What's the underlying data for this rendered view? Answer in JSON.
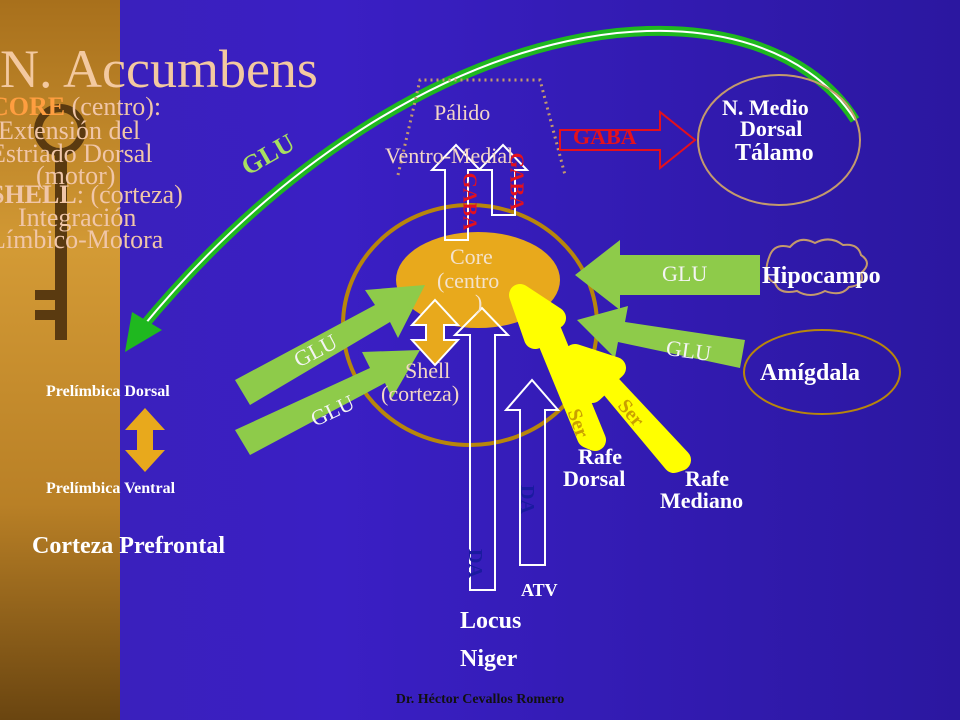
{
  "title": "N. Accumbens",
  "left_text": {
    "core_label": "CORE",
    "core_rest": " (centro):",
    "core_desc_1": "Extensión del",
    "core_desc_2": "Estriado Dorsal",
    "core_desc_3": "(motor)",
    "shell_label": "SHELL",
    "shell_rest": ": (corteza)",
    "shell_desc_1": "Integración",
    "shell_desc_2": "Límbico-Motora"
  },
  "nodes": {
    "palido_1": "Pálido",
    "palido_2": "Ventro-Medial",
    "nmd_1": "N. Medio",
    "nmd_2": "Dorsal",
    "nmd_3": "Tálamo",
    "core_1": "Core",
    "core_2": "(centro",
    "core_3": ")",
    "shell_1": "Shell",
    "shell_2": "(corteza)",
    "hipocampo": "Hipocampo",
    "amigdala": "Amígdala",
    "prelimbica_dorsal": "Prelímbica Dorsal",
    "prelimbica_ventral": "Prelímbica Ventral",
    "corteza_prefrontal": "Corteza Prefrontal",
    "rafe_dorsal_1": "Rafe",
    "rafe_dorsal_2": "Dorsal",
    "rafe_mediano_1": "Rafe",
    "rafe_mediano_2": "Mediano",
    "locus_1": "Locus",
    "locus_2": "Niger",
    "atv": "ATV"
  },
  "arrow_labels": {
    "glu_top": "GLU",
    "gaba_right": "GABA",
    "gaba_up_1": "GABA",
    "gaba_up_2": "GABA",
    "glu_hipocampo": "GLU",
    "glu_amigdala": "GLU",
    "glu_pre_1": "GLU",
    "glu_pre_2": "GLU",
    "ser_1": "Ser",
    "ser_2": "Ser",
    "da_1": "DA",
    "da_2": "DA"
  },
  "footer": "Dr. Héctor Cevallos Romero",
  "colors": {
    "background": "#3a1fc4",
    "sidebar": "#c68b2c",
    "green_arrow": "#8ecb4a",
    "yellow_arrow": "#ffff00",
    "gold_outline": "#b8860b",
    "red_text": "#e5101c",
    "blue_text": "#1a1aa0"
  }
}
